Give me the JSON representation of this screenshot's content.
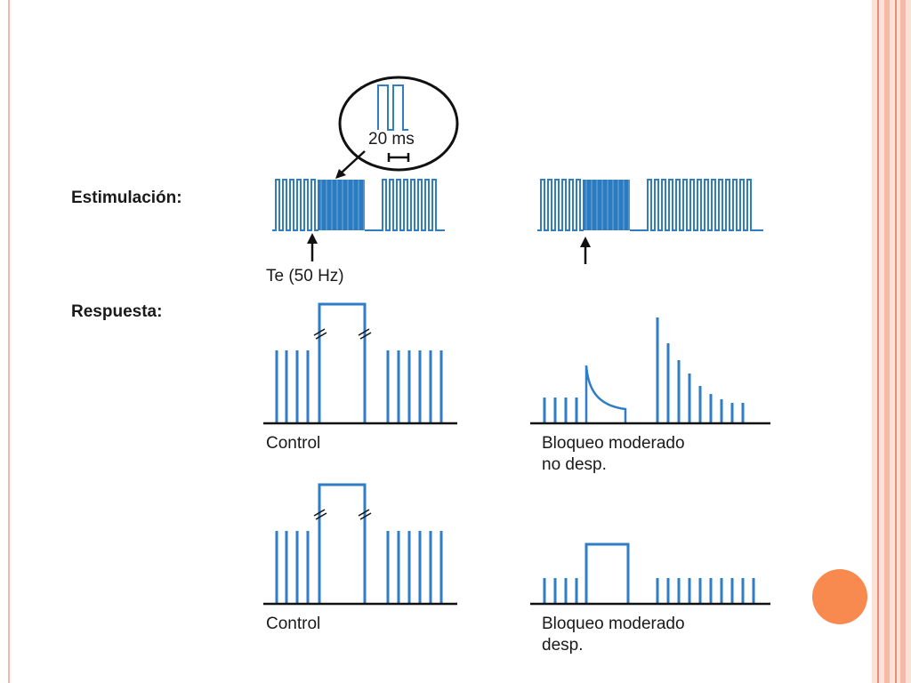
{
  "colors": {
    "trace": "#2f7dc4",
    "trace_fill": "#2b7bc2",
    "axis": "#111111",
    "frame_light": "#fbe1d8",
    "frame_mid": "#f6b9a6",
    "frame_line": "#e88e75",
    "accent_dot": "#f88a4f"
  },
  "labels": {
    "stimulation": "Estimulación:",
    "response": "Respuesta:",
    "tetanus": "Te (50 Hz)",
    "zoom_scale": "20 ms",
    "control_1": "Control",
    "control_2": "Control",
    "nondep_line1": "Bloqueo moderado",
    "nondep_line2": "no desp.",
    "dep_line1": "Bloqueo moderado",
    "dep_line2": "desp."
  },
  "decor": {
    "accent_dot_icon": "orange-circle"
  }
}
